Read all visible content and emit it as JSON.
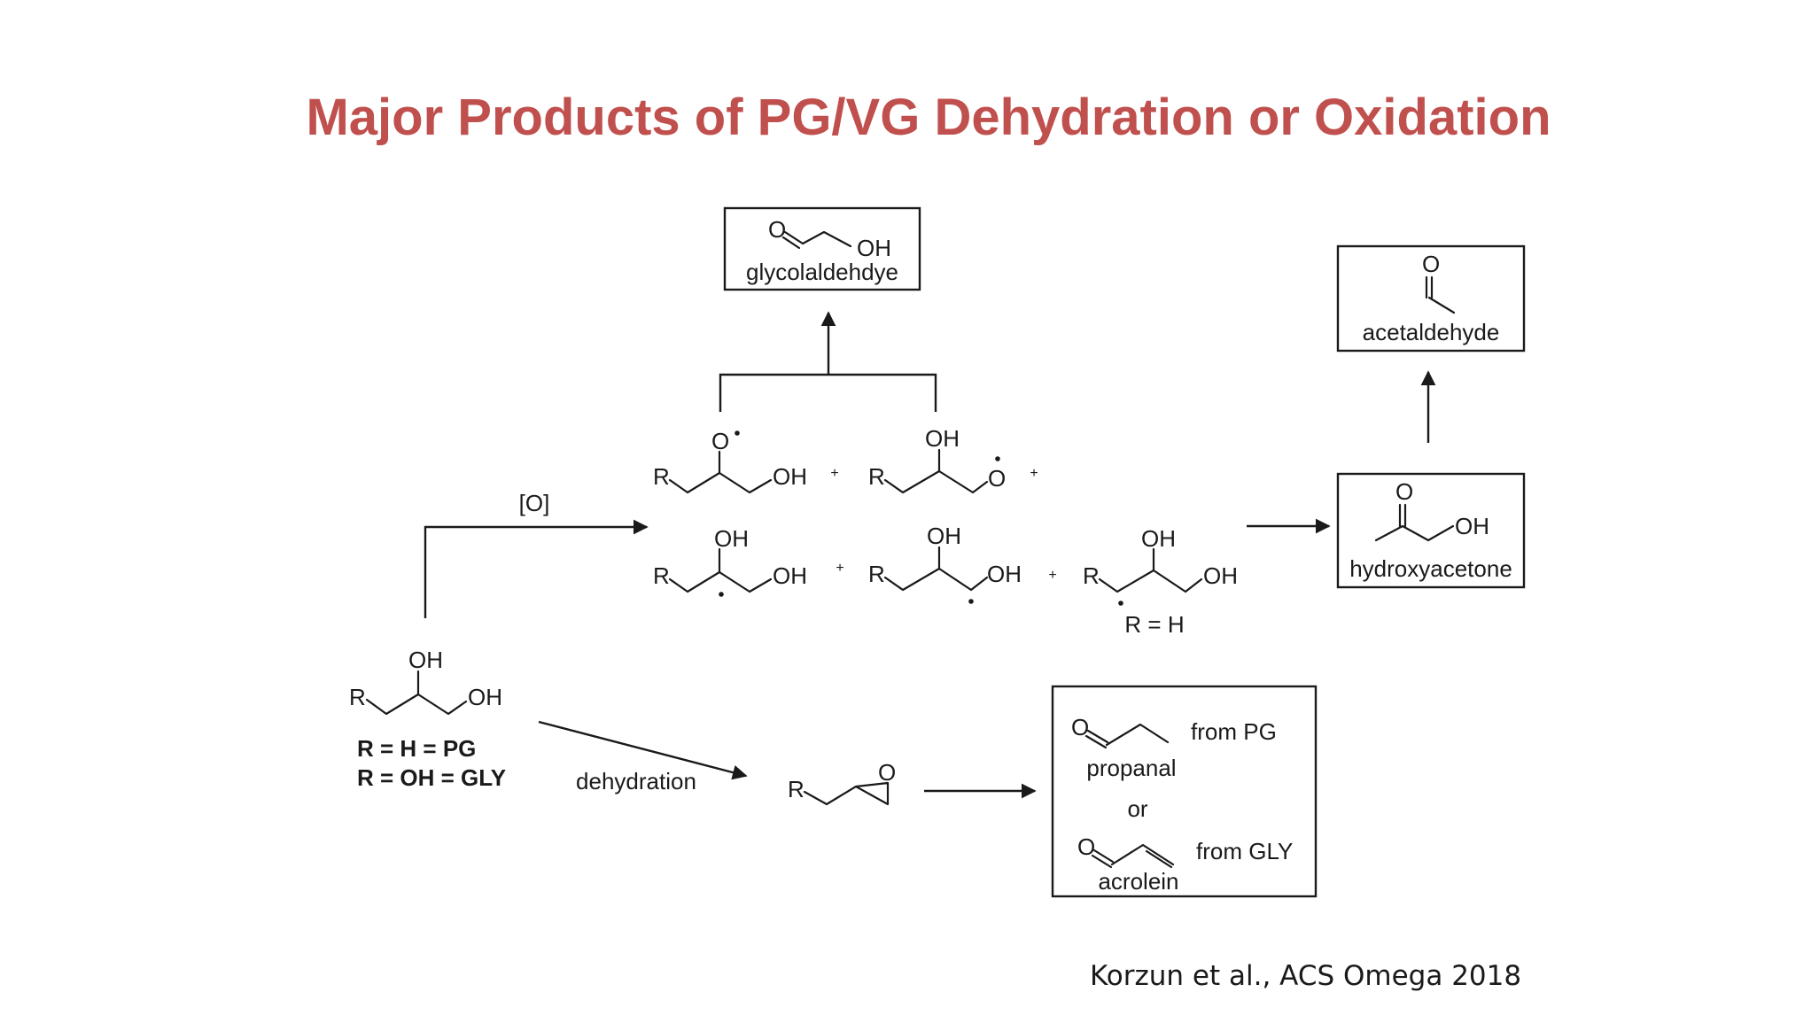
{
  "title": "Major Products of PG/VG Dehydration or Oxidation",
  "colors": {
    "title": "#c0504d",
    "ink": "#1a1a1a"
  },
  "reactant": {
    "oh_top": "OH",
    "r": "R",
    "oh_end": "OH",
    "label_pg": "R = H = PG",
    "label_gly": "R = OH = GLY"
  },
  "oxidation": {
    "reagent": "[O]",
    "radicals_top": [
      {
        "r": "R",
        "o": "O",
        "oh": "OH"
      },
      {
        "r": "R",
        "oh": "OH",
        "o": "O"
      }
    ],
    "radicals_bottom": [
      {
        "r": "R",
        "oh_top": "OH",
        "oh_end": "OH"
      },
      {
        "r": "R",
        "oh_top": "OH",
        "oh_end": "OH"
      },
      {
        "r": "R",
        "oh_top": "OH",
        "oh_end": "OH"
      }
    ],
    "plus": "+",
    "condition_r_h": "R = H"
  },
  "products": {
    "glycolaldehyde": {
      "o": "O",
      "oh": "OH",
      "name": "glycolaldehdye"
    },
    "acetaldehyde": {
      "o": "O",
      "name": "acetaldehyde"
    },
    "hydroxyacetone": {
      "o": "O",
      "oh": "OH",
      "name": "hydroxyacetone"
    },
    "dehydration_products": {
      "propanal_o": "O",
      "propanal_source": "from PG",
      "propanal_name": "propanal",
      "or": "or",
      "acrolein_o": "O",
      "acrolein_source": "from GLY",
      "acrolein_name": "acrolein"
    }
  },
  "dehydration": {
    "label": "dehydration",
    "epoxide_r": "R",
    "epoxide_o": "O"
  },
  "citation": "Korzun et al., ACS Omega 2018"
}
